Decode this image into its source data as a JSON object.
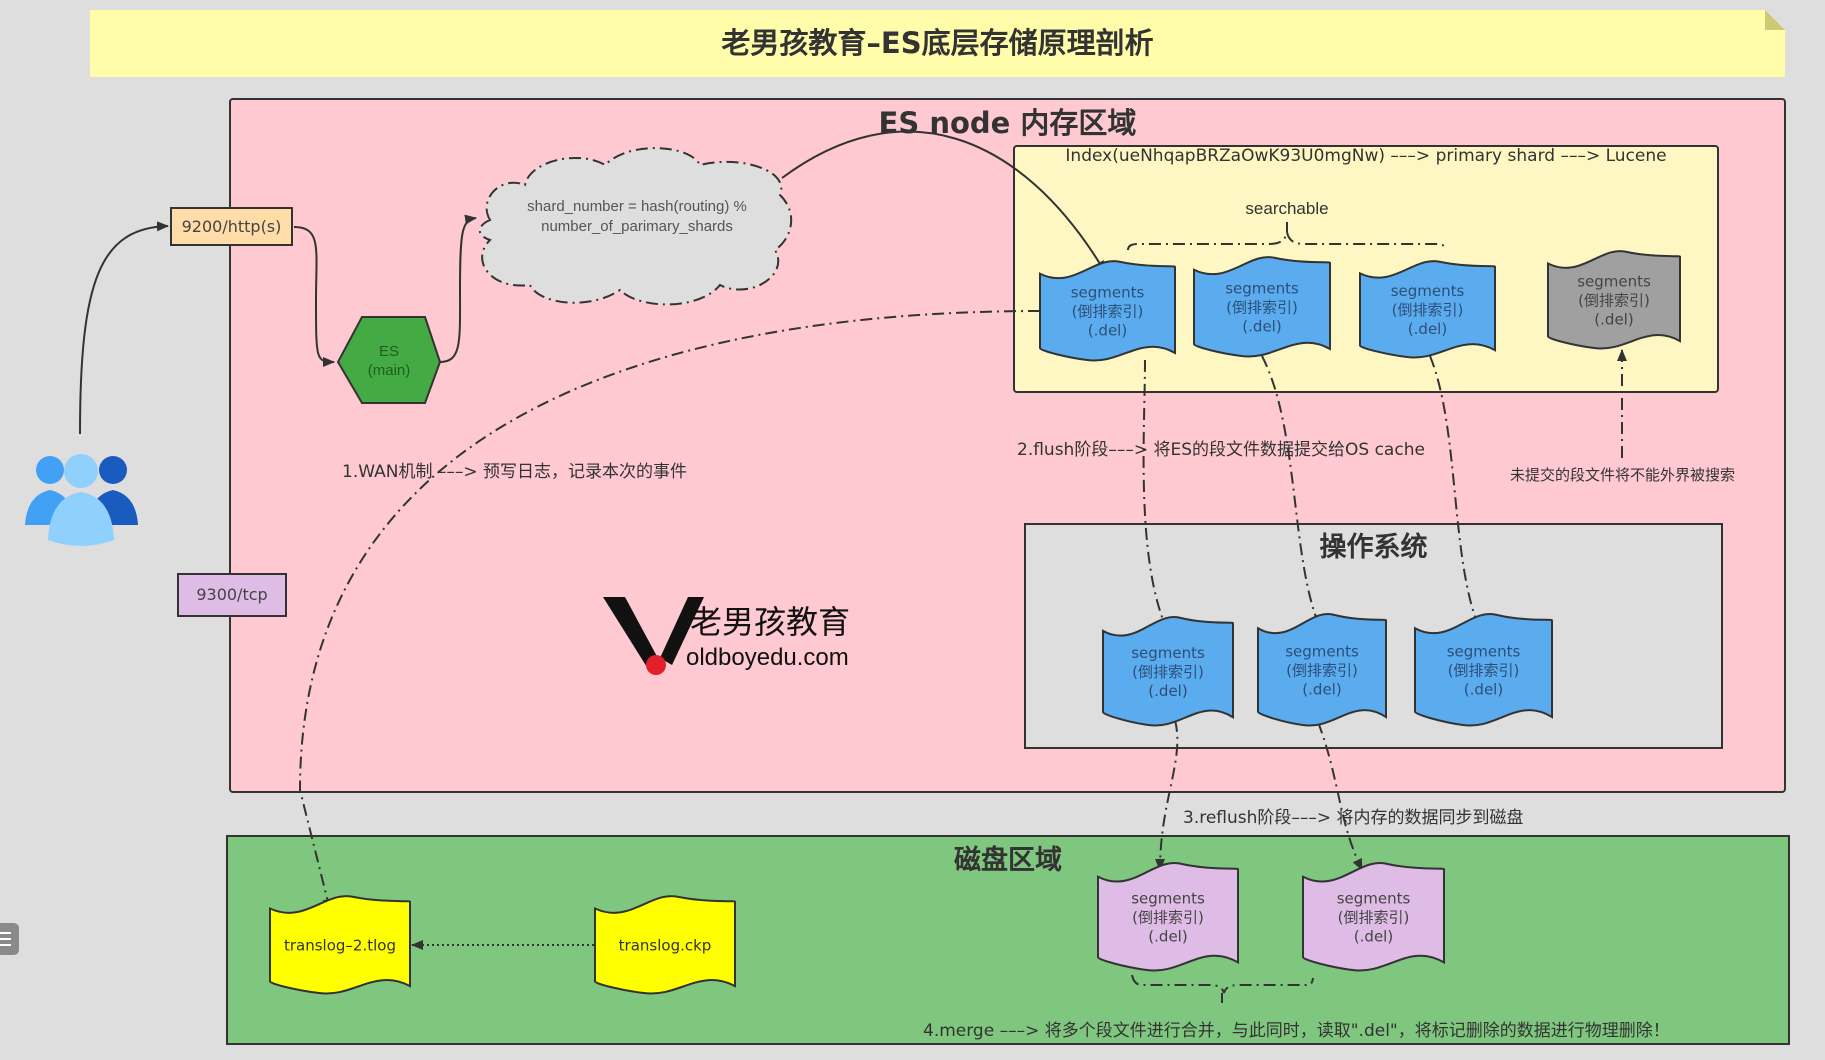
{
  "banner": {
    "title": "老男孩教育–ES底层存储原理剖析"
  },
  "es_node": {
    "title": "ES node 内存区域",
    "index_title": "Index(ueNhqapBRZaOwK93U0mgNw) –––> primary shard –––> Lucene",
    "searchable_label": "searchable",
    "uncommitted_note": "未提交的段文件将不能外界被搜索",
    "routing_cloud": [
      "shard_number = hash(routing) %",
      "number_of_parimary_shards"
    ],
    "es_main": [
      "ES",
      "(main)"
    ],
    "wan_label": "1.WAN机制 –––>  预写日志，记录本次的事件",
    "flush_label": "2.flush阶段–––> 将ES的段文件数据提交给OS cache",
    "memory_segments": [
      {
        "lines": [
          "segments",
          "(倒排索引)",
          "(.del)"
        ],
        "state": "searchable",
        "color": "#5aacef"
      },
      {
        "lines": [
          "segments",
          "(倒排索引)",
          "(.del)"
        ],
        "state": "searchable",
        "color": "#5aacef"
      },
      {
        "lines": [
          "segments",
          "(倒排索引)",
          "(.del)"
        ],
        "state": "searchable",
        "color": "#5aacef"
      },
      {
        "lines": [
          "segments",
          "(倒排索引)",
          "(.del)"
        ],
        "state": "uncommitted",
        "color": "#a0a0a0"
      }
    ]
  },
  "ports": {
    "http": "9200/http(s)",
    "tcp": "9300/tcp"
  },
  "logo": {
    "cn": "老男孩教育",
    "en": "oldboyedu.com"
  },
  "os": {
    "title": "操作系统",
    "segments": [
      {
        "lines": [
          "segments",
          "(倒排索引)",
          "(.del)"
        ]
      },
      {
        "lines": [
          "segments",
          "(倒排索引)",
          "(.del)"
        ]
      },
      {
        "lines": [
          "segments",
          "(倒排索引)",
          "(.del)"
        ]
      }
    ]
  },
  "reflush_label": "3.reflush阶段–––> 将内存的数据同步到磁盘",
  "disk": {
    "title": "磁盘区域",
    "translog_files": [
      "translog–2.tlog",
      "translog.ckp"
    ],
    "segments": [
      {
        "lines": [
          "segments",
          "(倒排索引)",
          "(.del)"
        ]
      },
      {
        "lines": [
          "segments",
          "(倒排索引)",
          "(.del)"
        ]
      }
    ],
    "merge_label": "4.merge –––> 将多个段文件进行合并，与此同时，读取\".del\"，将标记删除的数据进行物理删除！"
  },
  "colors": {
    "memory": "#fec9d1",
    "index": "#fef7c3",
    "os": "#dedede",
    "disk": "#7fc67f",
    "segment_blue": "#5aacef",
    "segment_gray": "#a0a0a0",
    "segment_purple": "#dfbce6",
    "translog": "#ffff00",
    "es_main": "#44aa44"
  }
}
